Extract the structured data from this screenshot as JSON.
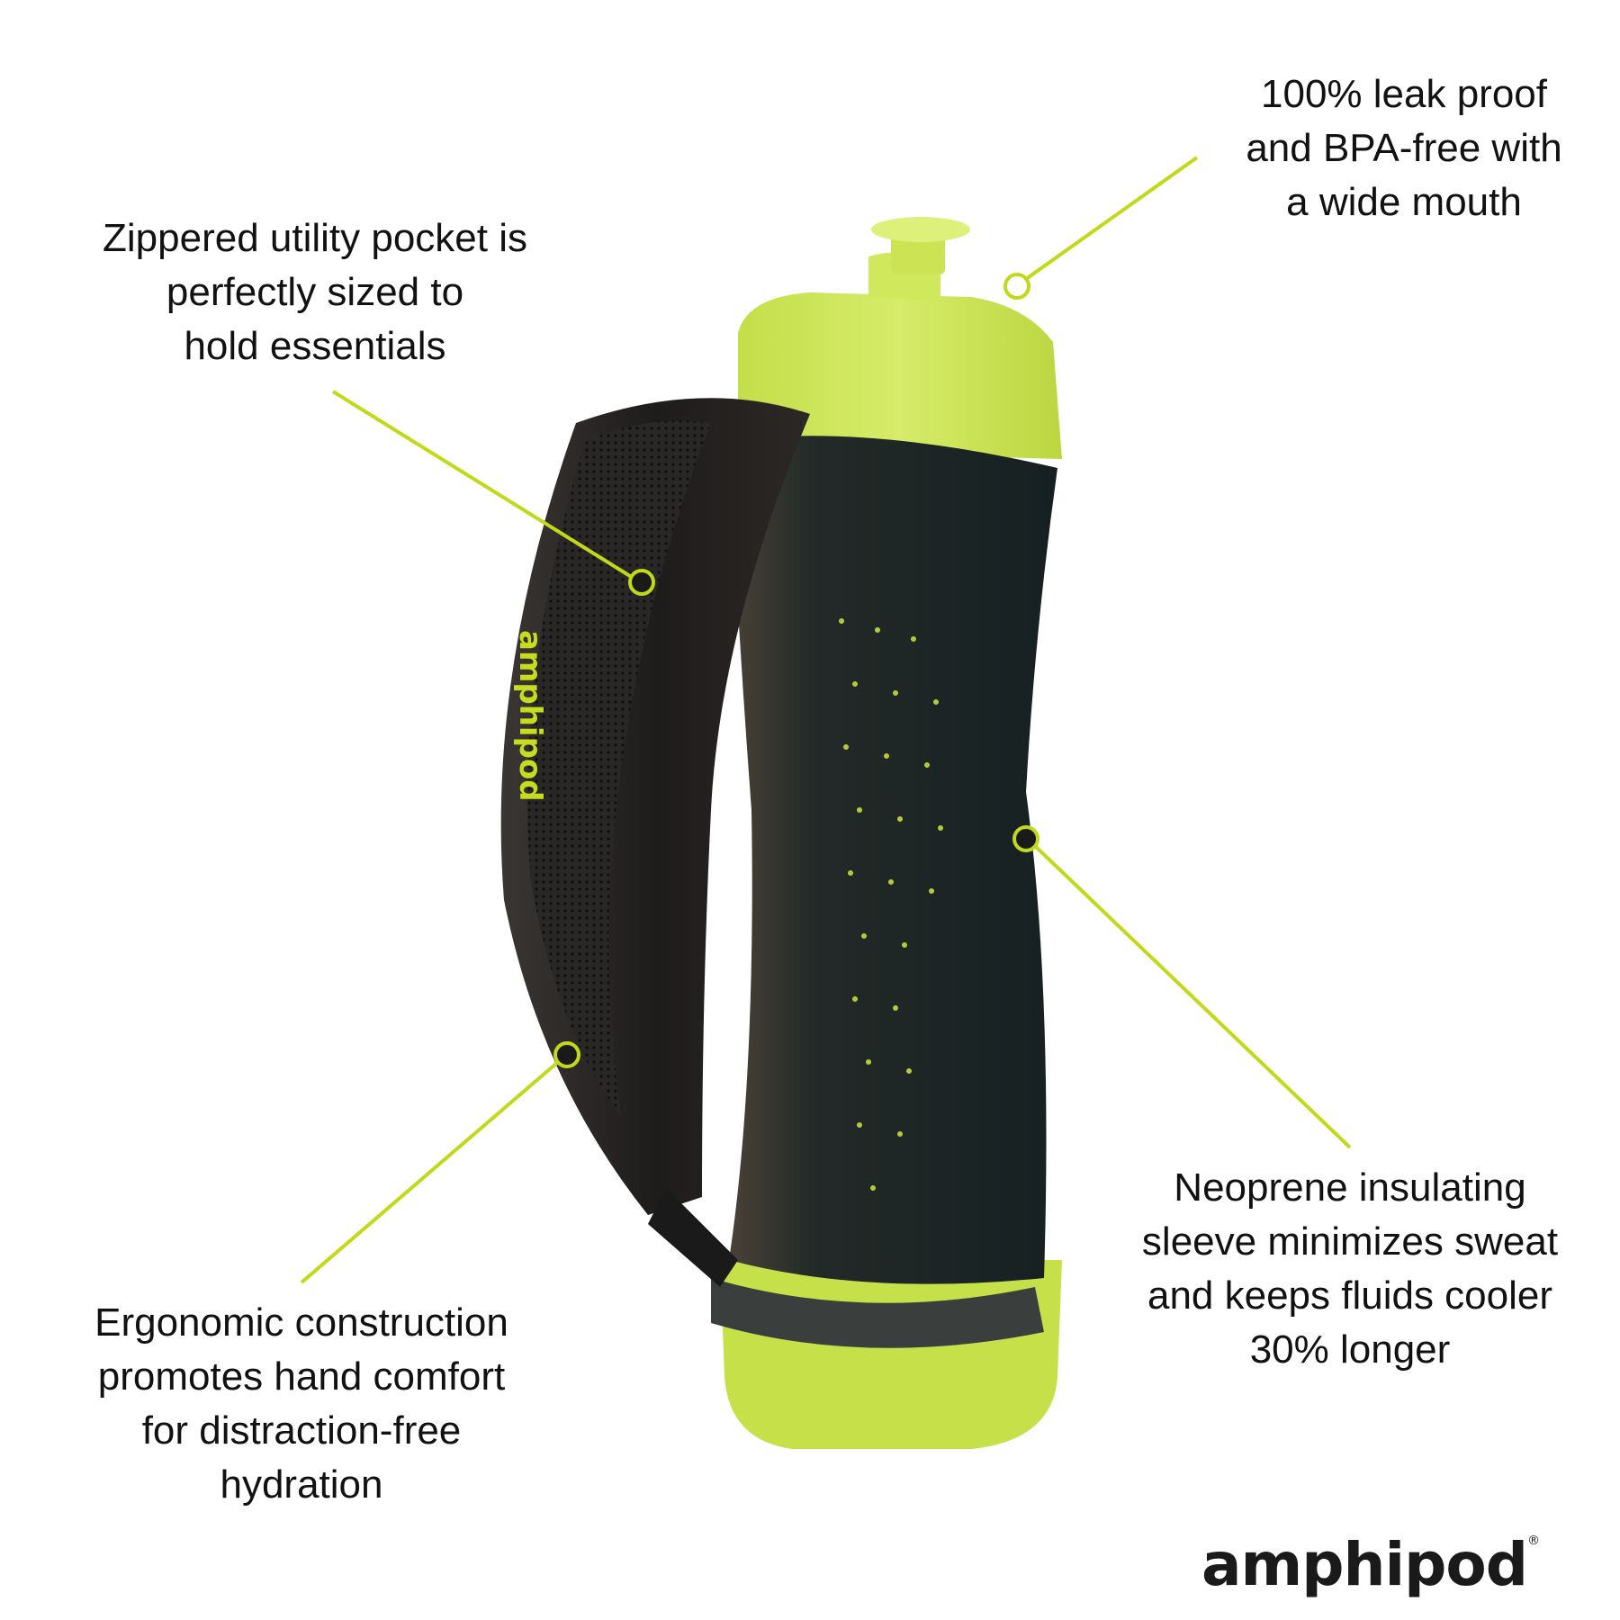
{
  "product": {
    "brand": "amphipod",
    "brand_mark": "®",
    "accent_color": "#c6dc1e",
    "bottle_color": "#c9e35a",
    "sleeve_color": "#1a2426",
    "strap_color": "#2a2624"
  },
  "callouts": [
    {
      "id": "top-right",
      "text": "100% leak proof\nand BPA-free with\na wide mouth",
      "target": "cap"
    },
    {
      "id": "top-left",
      "text": "Zippered utility pocket is\nperfectly sized to\nhold essentials",
      "target": "zipper-pocket"
    },
    {
      "id": "bottom-right",
      "text": "Neoprene insulating\nsleeve minimizes sweat\nand keeps fluids cooler\n30% longer",
      "target": "sleeve"
    },
    {
      "id": "bottom-left",
      "text": "Ergonomic construction\npromotes hand comfort\nfor distraction-free\nhydration",
      "target": "hand-strap"
    }
  ],
  "strap_logo_text": "amphipod"
}
